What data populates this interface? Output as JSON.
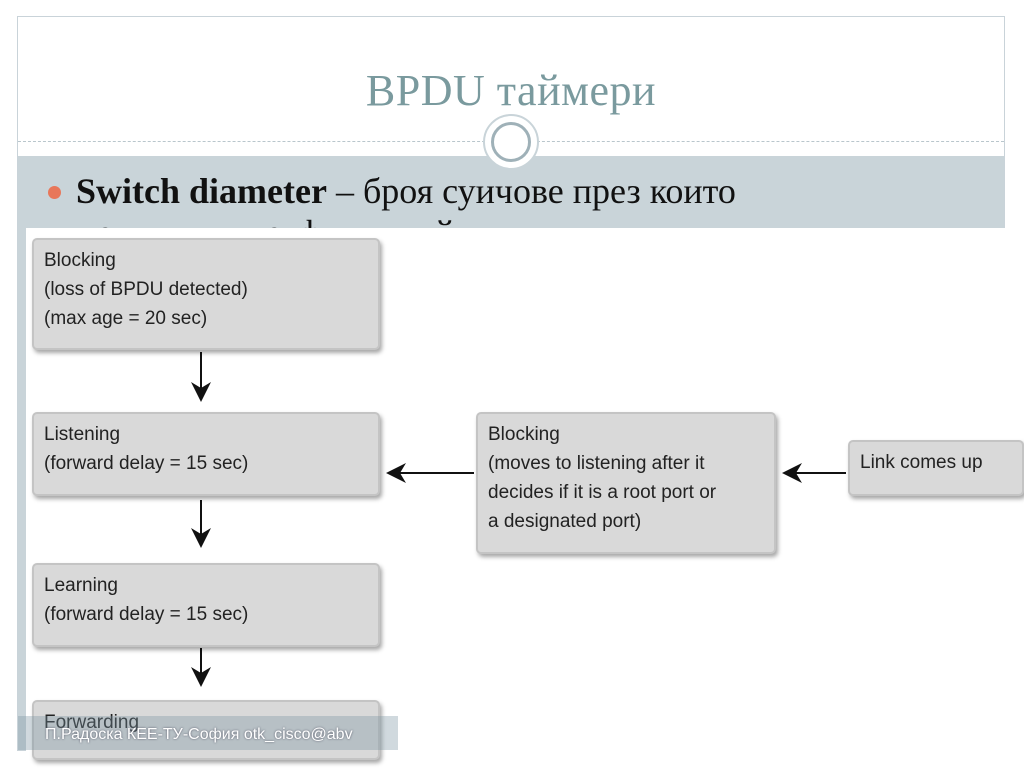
{
  "slide": {
    "title": "BPDU таймери",
    "bullet": {
      "term": "Switch diameter",
      "rest": " – броя суичове през които",
      "line2_partial": "преминава трафикът кой"
    },
    "footer": "П.Радоска КЕЕ-ТУ-София otk_cisco@abv"
  },
  "diagram": {
    "nodes": [
      {
        "id": "blocking-main",
        "lines": [
          "Blocking",
          "(loss of BPDU detected)",
          "(max age = 20 sec)"
        ]
      },
      {
        "id": "listening",
        "lines": [
          "Listening",
          "(forward delay = 15 sec)"
        ]
      },
      {
        "id": "learning",
        "lines": [
          "Learning",
          "(forward delay = 15 sec)"
        ]
      },
      {
        "id": "forwarding",
        "lines": [
          "Forwarding"
        ]
      },
      {
        "id": "blocking-side",
        "lines": [
          "Blocking",
          "(moves to listening after it",
          "decides if it is a root port or",
          "a designated port)"
        ]
      },
      {
        "id": "link-up",
        "lines": [
          "Link comes up"
        ]
      }
    ]
  }
}
